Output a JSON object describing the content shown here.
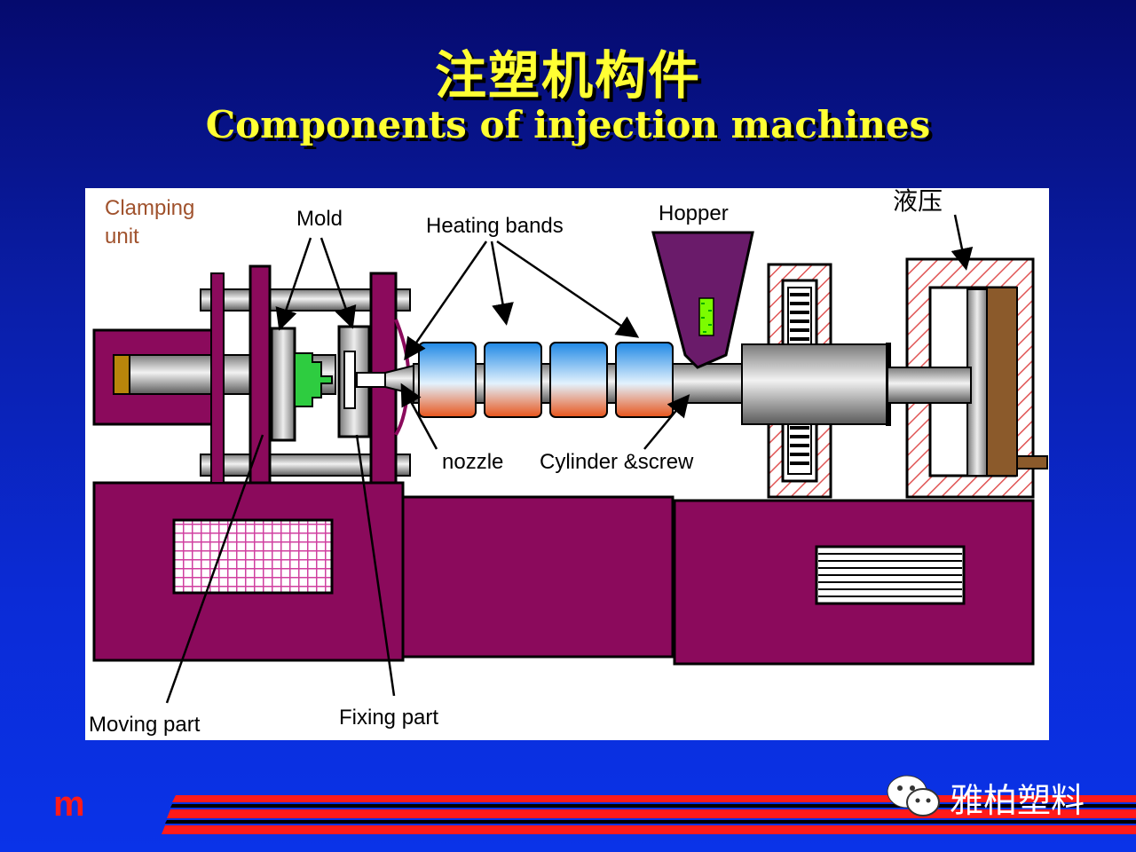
{
  "title": {
    "cn": "注塑机构件",
    "en": "Components of injection machines"
  },
  "diagram": {
    "labels": {
      "clamping_line1": "Clamping",
      "clamping_line2": "unit",
      "mold": "Mold",
      "heating_bands": "Heating bands",
      "hopper": "Hopper",
      "hydraulic": "液压",
      "nozzle": "nozzle",
      "cylinder_screw": "Cylinder &screw",
      "moving_part": "Moving part",
      "fixing_part": "Fixing part"
    }
  },
  "footer": {
    "logo": "m",
    "watermark": "雅柏塑料",
    "watermark_icon": "wechat-icon"
  },
  "colors": {
    "frame": "#8b0a5c",
    "title": "#ffff33",
    "accent_red": "#ff1a1a"
  }
}
